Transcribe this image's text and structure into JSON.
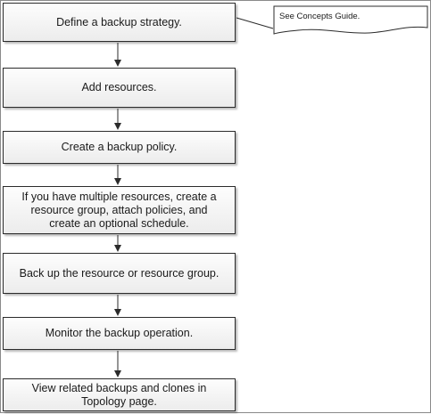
{
  "steps": [
    {
      "label": "Define a backup strategy."
    },
    {
      "label": "Add resources."
    },
    {
      "label": "Create a backup policy."
    },
    {
      "label": "If you have multiple resources, create a\nresource group, attach policies, and\ncreate an optional schedule."
    },
    {
      "label": "Back up the resource or resource group."
    },
    {
      "label": "Monitor the backup operation."
    },
    {
      "label": "View related backups and clones in\nTopology page."
    }
  ],
  "note": {
    "text": "See Concepts Guide."
  }
}
